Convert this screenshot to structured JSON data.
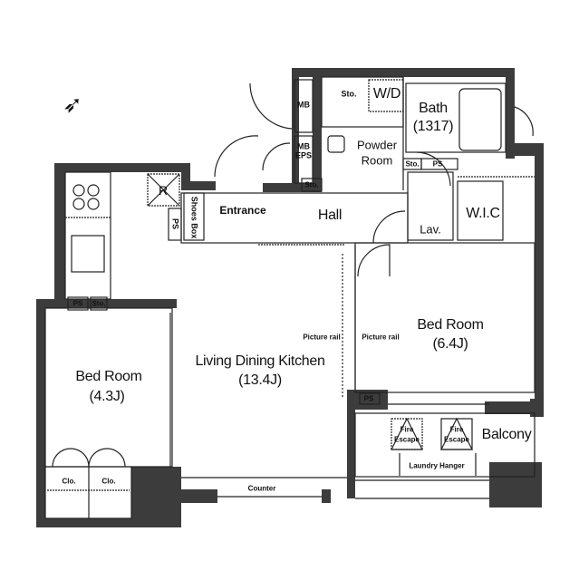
{
  "plan": {
    "compass": "north-arrow-icon",
    "wall_color": "#3c3c3c",
    "rooms": {
      "sto_top": "Sto.",
      "wd": "W/D",
      "bath": "Bath",
      "bath_size": "(1317)",
      "mb": "MB",
      "mb_eps_1": "MB",
      "mb_eps_2": "EPS",
      "powder_1": "Powder",
      "powder_2": "Room",
      "sto_ps_row": "Sto.",
      "ps_bath": "PS",
      "sto_hall": "Sto.",
      "r_mark": "R",
      "shoes_box": "Shoes Box",
      "ps_entrance": "PS",
      "entrance": "Entrance",
      "hall": "Hall",
      "lav": "Lav.",
      "wic": "W.I.C",
      "ps_kitchen": "PS",
      "sto_kitchen": "Sto.",
      "bed_small": "Bed Room",
      "bed_small_size": "(4.3J)",
      "ldk": "Living Dining Kitchen",
      "ldk_size": "(13.4J)",
      "picture_rail_left": "Picture rail",
      "picture_rail_right": "Picture rail",
      "bed_large": "Bed Room",
      "bed_large_size": "(6.4J)",
      "ps_bed": "PS",
      "fire_escape_1a": "Fire",
      "fire_escape_1b": "Escape",
      "fire_escape_2a": "Fire",
      "fire_escape_2b": "Escape",
      "balcony": "Balcony",
      "laundry_hanger": "Laundry Hanger",
      "clo_1": "Clo.",
      "clo_2": "Clo.",
      "counter": "Counter"
    }
  }
}
